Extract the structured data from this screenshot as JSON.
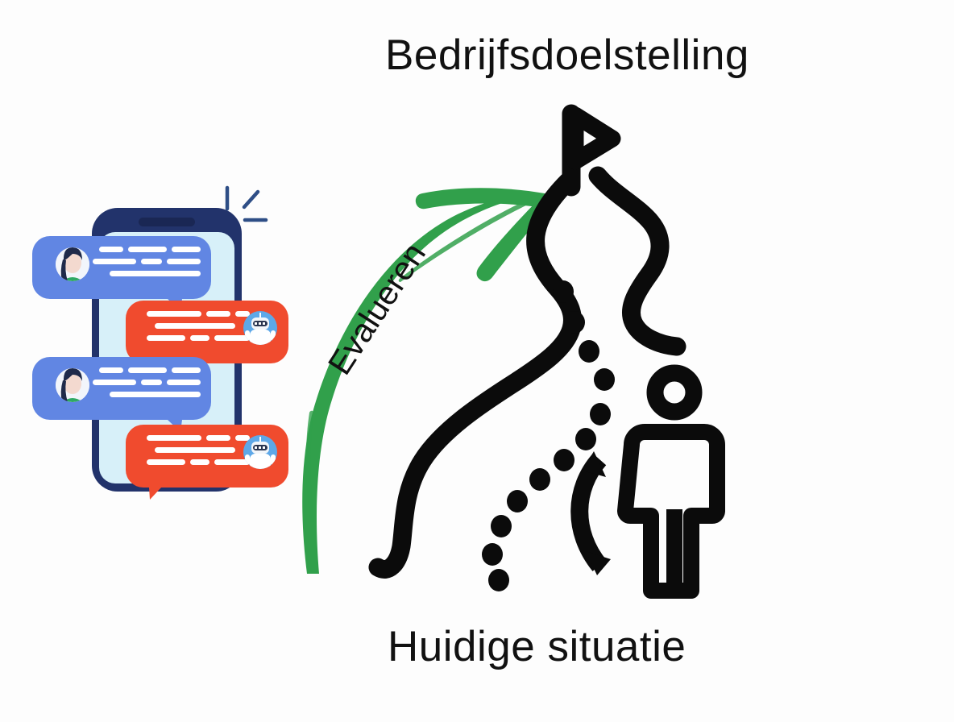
{
  "background_color": "#fdfdfd",
  "headings": {
    "goal": "Bedrijfsdoelstelling",
    "current": "Huidige situatie",
    "arrow_label": "Evalueren"
  },
  "colors": {
    "ink": "#111111",
    "green_arrow": "#31a04b",
    "chat_user_bubble": "#6186e3",
    "chat_bot_bubble": "#f04b2e",
    "phone_frame": "#22336b",
    "phone_screen": "#d7f0f9",
    "accent_blue": "#2e4e86",
    "avatar_ring": "#ffffff",
    "avatar_shirt": "#2fa864",
    "avatar_hair": "#1f2a4a",
    "bot_circle": "#5ea8e8",
    "bot_body": "#ffffff",
    "bot_visor": "#2a3550",
    "bubble_line": "#ffffff"
  },
  "illustration": {
    "name": "chatbot-conversation-on-phone",
    "phone": {
      "name": "smartphone",
      "notch": "speaker-bar",
      "sparkle_marks": 3
    },
    "messages": [
      {
        "sender": "user",
        "avatar": "woman-avatar",
        "side": "left",
        "lines": 3
      },
      {
        "sender": "bot",
        "avatar": "robot-avatar",
        "side": "right",
        "lines": 3
      },
      {
        "sender": "user",
        "avatar": "woman-avatar",
        "side": "left",
        "lines": 3
      },
      {
        "sender": "bot",
        "avatar": "robot-avatar",
        "side": "right",
        "lines": 3
      }
    ]
  },
  "roadmap": {
    "name": "winding-road-to-goal",
    "flag": "goal-flag",
    "person": "person-figure",
    "back_arrow": "curved-back-arrow",
    "center_line": "dotted-center-line",
    "green_arrow": "evaluate-arrow"
  }
}
